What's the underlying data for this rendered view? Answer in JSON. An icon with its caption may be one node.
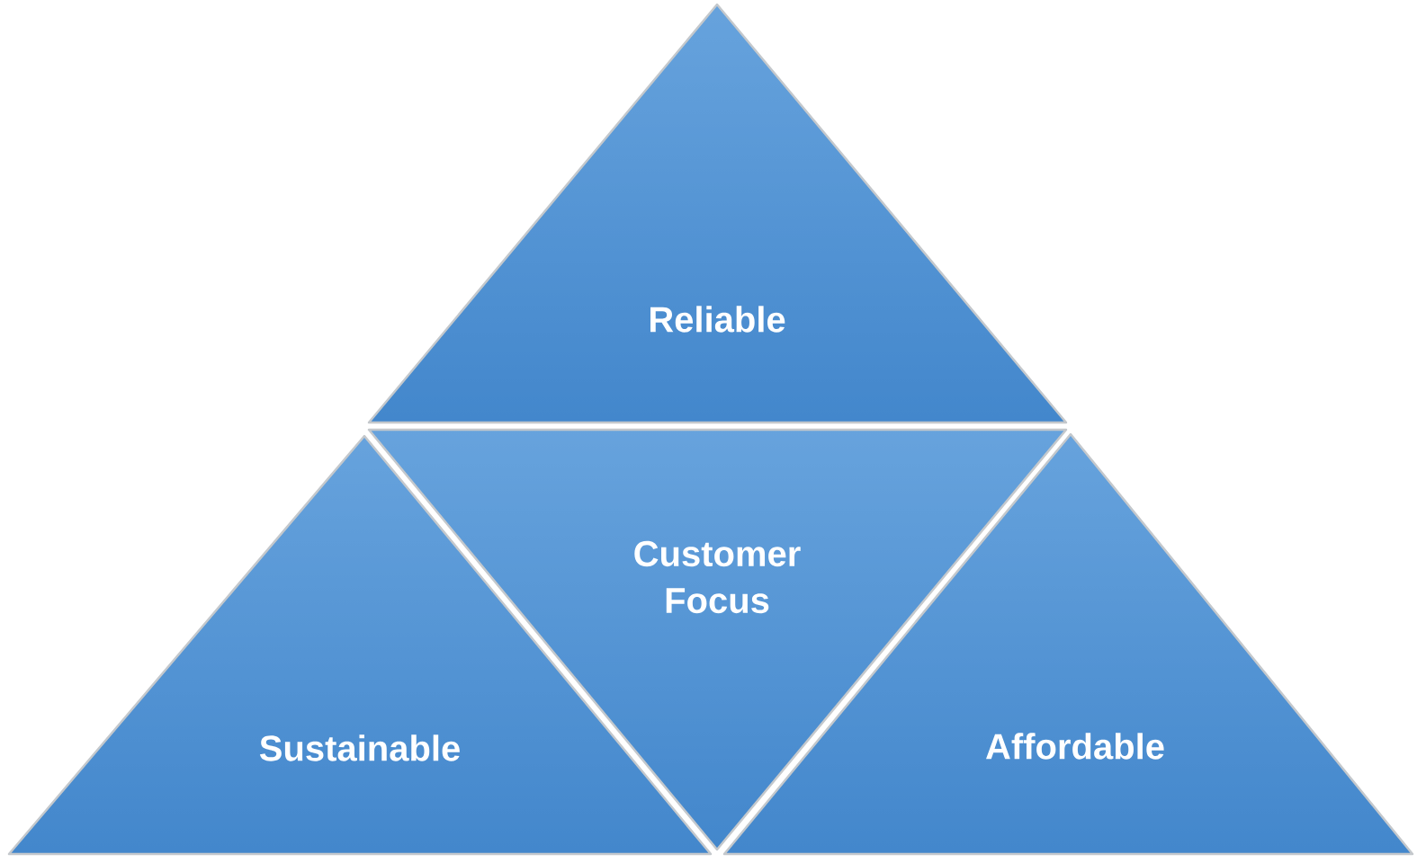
{
  "diagram": {
    "nodes": [
      {
        "text": [
          "Reliable"
        ]
      },
      {
        "text": [
          "Customer Focus"
        ]
      },
      {
        "text": [
          "Sustainable"
        ]
      },
      {
        "text": [
          "Affordable"
        ]
      }
    ]
  }
}
